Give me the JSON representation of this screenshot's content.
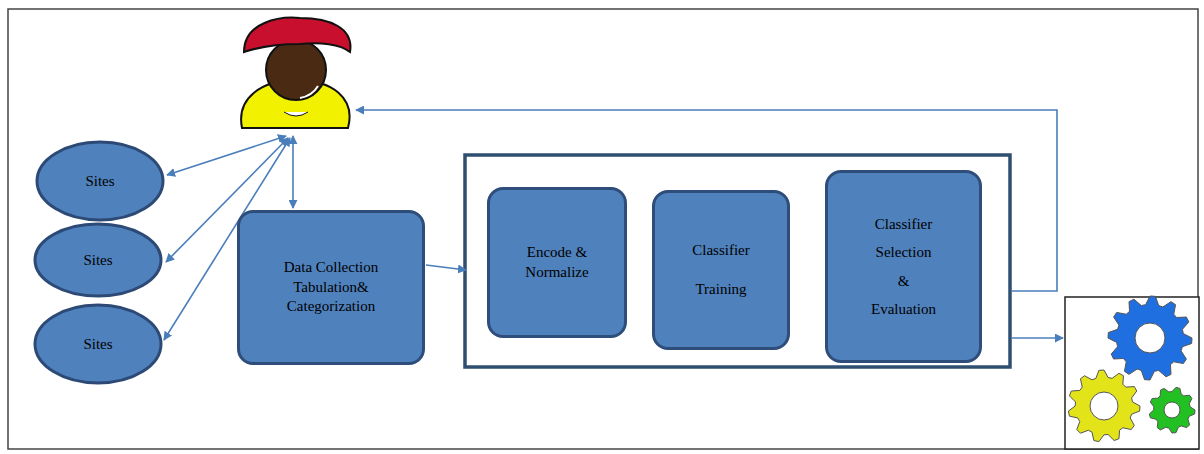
{
  "diagram": {
    "nodes": [
      {
        "text": [
          "Sites"
        ]
      },
      {
        "text": [
          "Sites"
        ]
      },
      {
        "text": [
          "Sites"
        ]
      },
      {
        "text": [
          "Data Collection Tabulation& Categorization"
        ]
      },
      {
        "text": [
          "Encode & Normalize"
        ]
      },
      {
        "text": [
          "Classifier Training"
        ]
      },
      {
        "text": [
          "Classifier Selection & Evaluation"
        ]
      }
    ]
  }
}
